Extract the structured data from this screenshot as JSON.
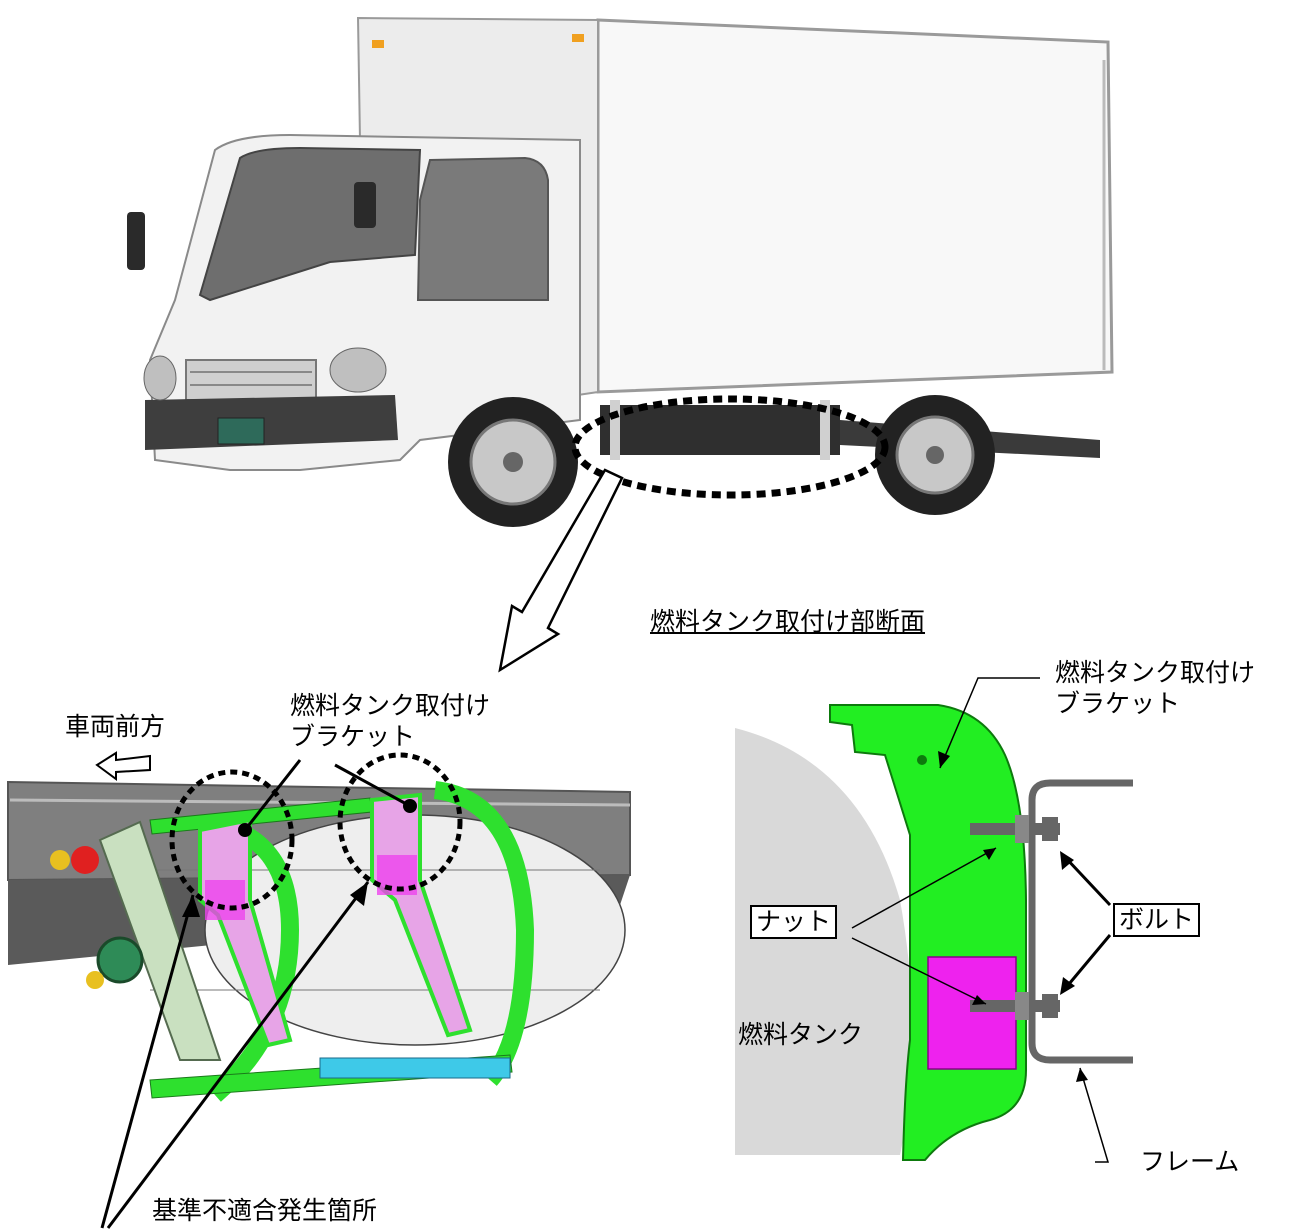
{
  "labels": {
    "section_title": "燃料タンク取付け部断面",
    "bracket_left_line1": "燃料タンク取付け",
    "bracket_left_line2": "ブラケット",
    "vehicle_front": "車両前方",
    "nonconformity_location": "基準不適合発生箇所",
    "bracket_right_line1": "燃料タンク取付け",
    "bracket_right_line2": "ブラケット",
    "nut": "ナット",
    "bolt": "ボルト",
    "fuel_tank": "燃料タンク",
    "frame": "フレーム"
  },
  "colors": {
    "bracket_green": "#22ee22",
    "nonconformity_magenta": "#ee22ee",
    "fuel_tank_gray": "#d9d9d9",
    "frame_gray": "#666666",
    "truck_body_white": "#f7f7f7"
  }
}
